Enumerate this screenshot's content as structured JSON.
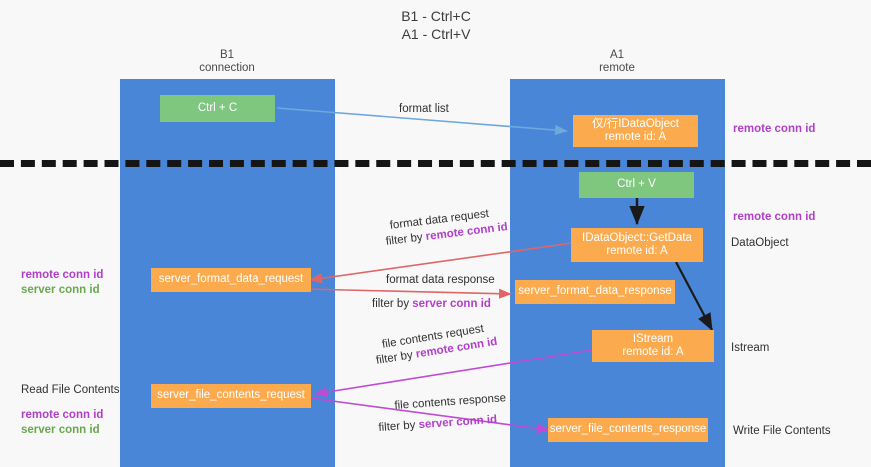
{
  "title": "B1 - Ctrl+C\nA1 - Ctrl+V",
  "columns": [
    {
      "name": "col-b1",
      "head": "B1\nconnection"
    },
    {
      "name": "col-a1",
      "head": "A1\nremote"
    }
  ],
  "boxes": {
    "ctrl_c": {
      "line1": "Ctrl + C",
      "line2": ""
    },
    "ctrl_v": {
      "line1": "Ctrl + V",
      "line2": ""
    },
    "idataobject": {
      "line1": "仅/行IDataObject",
      "line2": "remote id: A"
    },
    "getdata": {
      "line1": "IDataObject::GetData",
      "line2": "remote id: A"
    },
    "istream": {
      "line1": "IStream",
      "line2": "remote id: A"
    },
    "server_format_data_request": {
      "line1": "server_format_data_request",
      "line2": ""
    },
    "server_format_data_response": {
      "line1": "server_format_data_response",
      "line2": ""
    },
    "server_file_contents_request": {
      "line1": "server_file_contents_request",
      "line2": ""
    },
    "server_file_contents_response": {
      "line1": "server_file_contents_response",
      "line2": ""
    }
  },
  "edge_labels": {
    "format_list": "format list",
    "format_data_request": "format data request",
    "format_data_request_filter_prefix": "filter by ",
    "format_data_request_filter_key": "remote conn id",
    "format_data_response": "format data response",
    "format_data_response_filter_prefix": "filter by ",
    "format_data_response_filter_key": "server conn id",
    "file_contents_request": "file contents request",
    "file_contents_request_filter_prefix": "filter by ",
    "file_contents_request_filter_key": "remote conn id",
    "file_contents_response": "file contents response",
    "file_contents_response_filter_prefix": "filter by ",
    "file_contents_response_filter_key": "server conn id"
  },
  "right_labels": {
    "remote_conn_id_top": "remote conn id",
    "remote_conn_id_mid": "remote conn id",
    "dataobject": "DataObject",
    "istream": "Istream",
    "write_file_contents": "Write File Contents"
  },
  "left_legend": {
    "mid_remote": "remote conn id",
    "mid_server": "server conn id",
    "read_file_contents": "Read File Contents",
    "bottom_remote": "remote conn id",
    "bottom_server": "server conn id"
  },
  "colors": {
    "column_blue": "#4a86d8",
    "box_green": "#7fc67f",
    "box_orange": "#fbab4e",
    "arrow_blue": "#6fa8dc",
    "arrow_red": "#e06666",
    "arrow_purple": "#bf4bd2",
    "arrow_black": "#1a1a1a",
    "remote_key": "#b23fc9",
    "server_key": "#6aa84f"
  }
}
